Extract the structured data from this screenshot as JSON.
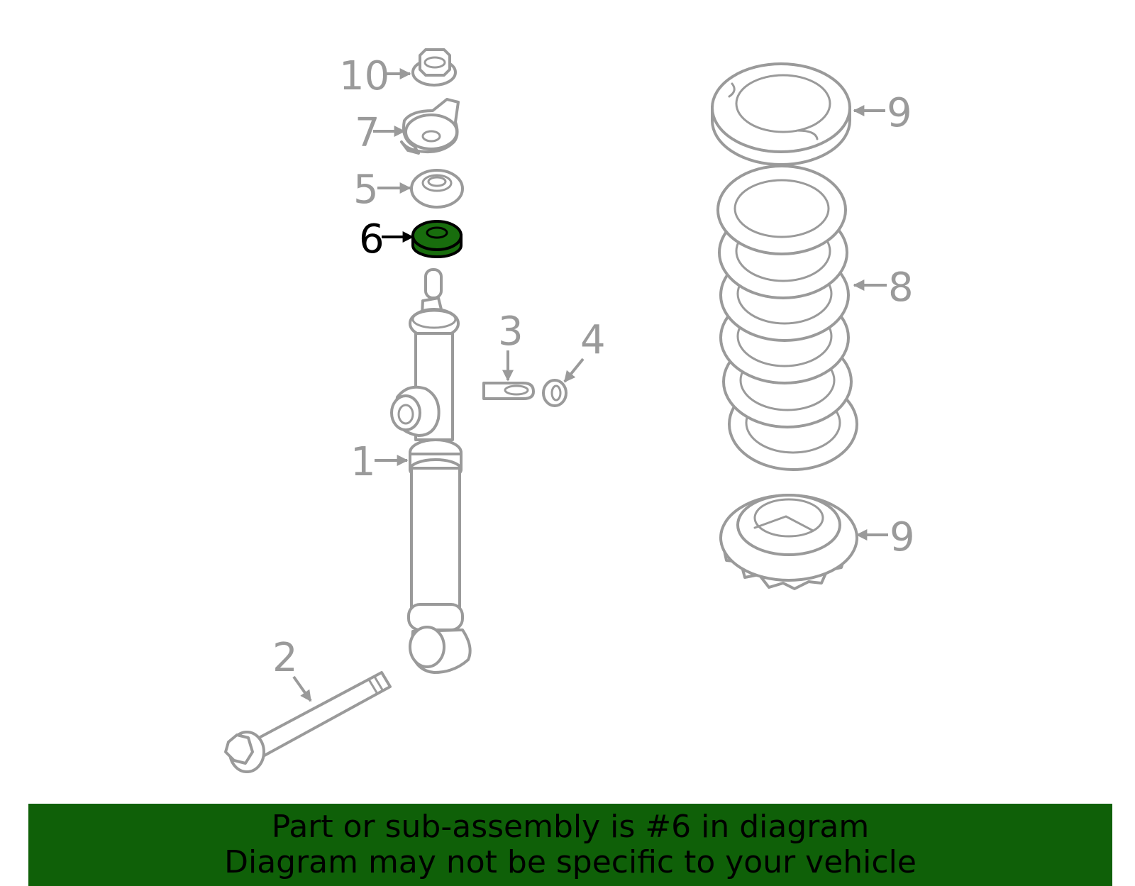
{
  "diagram": {
    "highlight_color": "#186d0d",
    "line_color": "#9a9a9a",
    "highlighted_part": "6",
    "callouts": [
      "10",
      "7",
      "5",
      "6",
      "1",
      "2",
      "3",
      "4",
      "9",
      "8",
      "9"
    ]
  },
  "banner": {
    "background": "#0f6008",
    "line1": "Part or sub-assembly is #6 in diagram",
    "line2": "Diagram may not be specific to your vehicle"
  }
}
